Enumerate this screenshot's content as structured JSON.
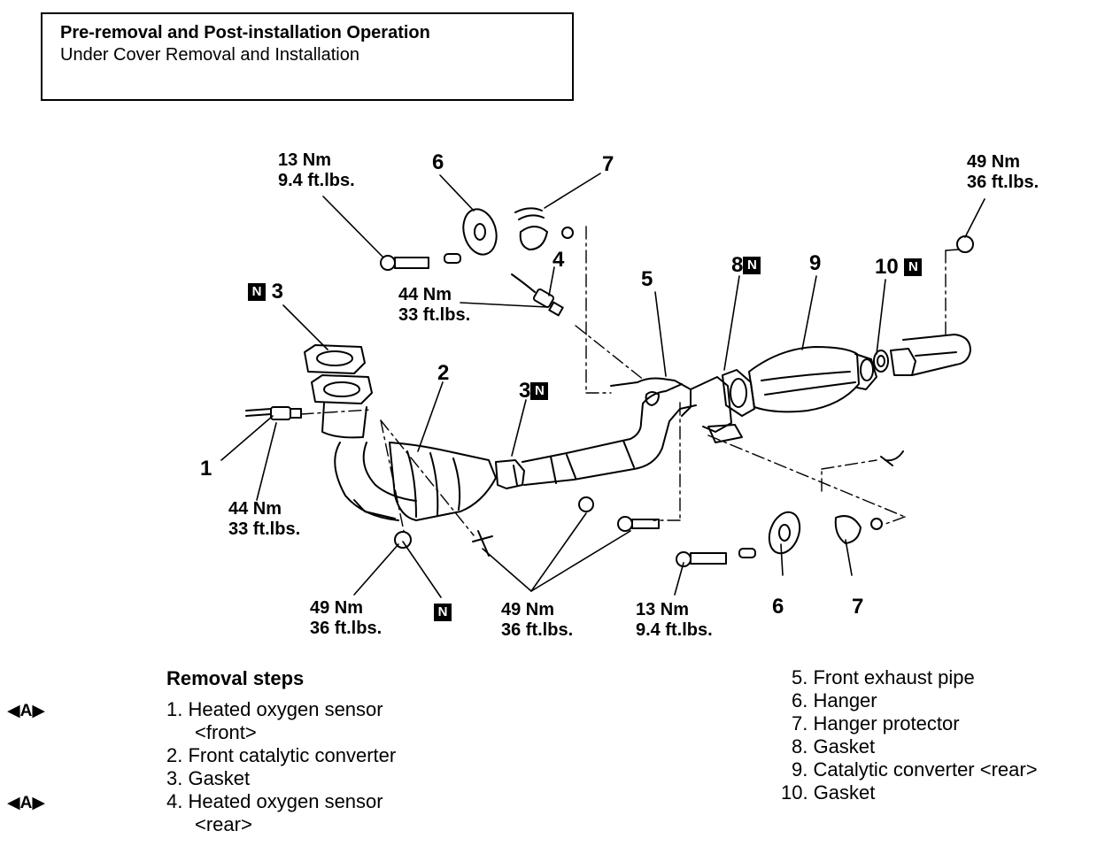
{
  "header": {
    "title": "Pre-removal and Post-installation Operation",
    "subtitle": "Under Cover Removal and Installation"
  },
  "callouts": {
    "n1": "1",
    "n2": "2",
    "n3a": "3",
    "n3b": "3",
    "n4": "4",
    "n5": "5",
    "n6a": "6",
    "n6b": "6",
    "n7a": "7",
    "n7b": "7",
    "n8": "8",
    "n9": "9",
    "n10": "10",
    "badge": "N"
  },
  "torques": {
    "t1": [
      "13 Nm",
      "9.4 ft.lbs."
    ],
    "t2": [
      "44 Nm",
      "33 ft.lbs."
    ],
    "t3": [
      "49 Nm",
      "36 ft.lbs."
    ],
    "t4": [
      "44 Nm",
      "33 ft.lbs."
    ],
    "t5": [
      "49 Nm",
      "36 ft.lbs."
    ],
    "t6": [
      "49 Nm",
      "36 ft.lbs."
    ],
    "t7": [
      "13 Nm",
      "9.4 ft.lbs."
    ]
  },
  "removal": {
    "title": "Removal steps",
    "marker": "◀A▶",
    "steps_left": [
      "1. Heated oxygen sensor",
      "<front>",
      "2. Front catalytic converter",
      "3. Gasket",
      "4. Heated oxygen sensor",
      "<rear>"
    ],
    "steps_right": [
      "5. Front exhaust pipe",
      "6. Hanger",
      "7. Hanger protector",
      "8. Gasket",
      "9. Catalytic converter <rear>",
      "10. Gasket"
    ]
  }
}
